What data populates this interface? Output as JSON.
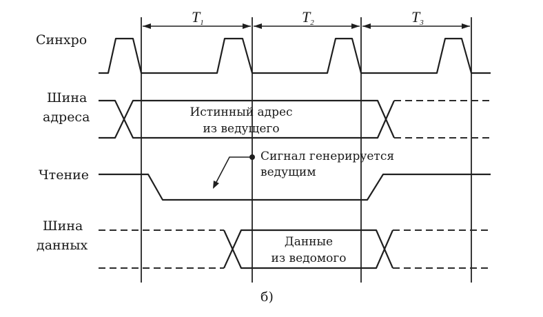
{
  "diagram": {
    "caption": "б)",
    "periods": [
      {
        "label": "T",
        "subscript": "1"
      },
      {
        "label": "T",
        "subscript": "2"
      },
      {
        "label": "T",
        "subscript": "3"
      }
    ],
    "signals": {
      "sync": {
        "label": "Синхро"
      },
      "address_bus": {
        "label_line1": "Шина",
        "label_line2": "адреса",
        "content_line1": "Истинный адрес",
        "content_line2": "из ведущего"
      },
      "read": {
        "label": "Чтение"
      },
      "data_bus": {
        "label_line1": "Шина",
        "label_line2": "данных",
        "content_line1": "Данные",
        "content_line2": "из ведомого"
      }
    },
    "annotation": {
      "line1": "Сигнал генерируется",
      "line2": "ведущим"
    }
  }
}
